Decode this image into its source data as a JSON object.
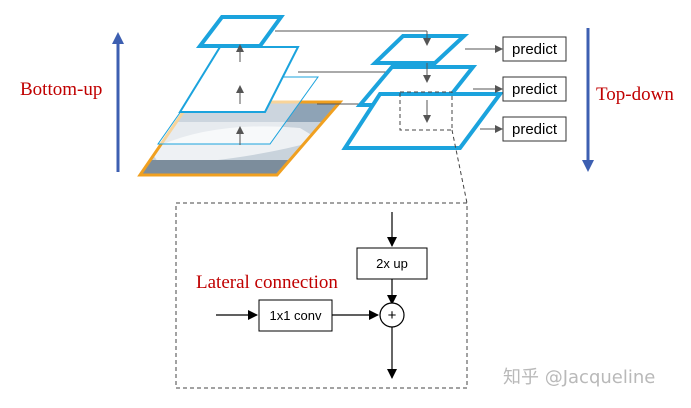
{
  "labels": {
    "bottom_up": "Bottom-up",
    "top_down": "Top-down",
    "lateral_connection": "Lateral connection"
  },
  "predict_labels": [
    "predict",
    "predict",
    "predict"
  ],
  "detail": {
    "upsample_label": "2x up",
    "conv_label": "1x1 conv",
    "sum_symbol": "+"
  },
  "watermark": "知乎 @Jacqueline",
  "colors": {
    "feature_blue": "#1ba3dd",
    "image_orange": "#f0a020",
    "arrow_blue": "#3d5fb1",
    "label_red": "#c00000"
  },
  "icons": {
    "watermark_image": "zhihu-watermark-logo"
  }
}
